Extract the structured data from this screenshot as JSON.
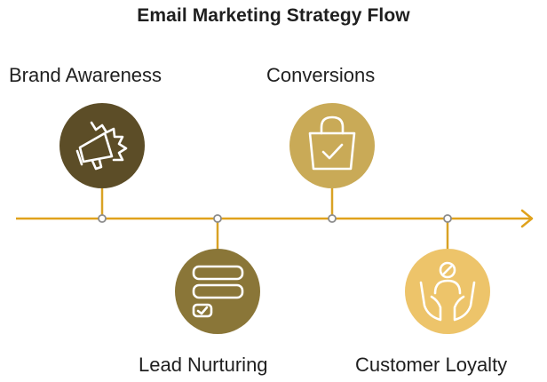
{
  "title": "Email Marketing Strategy Flow",
  "colors": {
    "axis": "#E0A21C",
    "connector": "#D9A224",
    "node_outline": "#8C8C8C",
    "circle_dark": "#5C4D27",
    "circle_mid": "#8A7638",
    "circle_gold": "#C9AA57",
    "circle_light": "#EDC46A",
    "icon_stroke": "#ffffff"
  },
  "steps": [
    {
      "label": "Brand Awareness",
      "icon": "megaphone-icon"
    },
    {
      "label": "Lead Nurturing",
      "icon": "form-checklist-icon"
    },
    {
      "label": "Conversions",
      "icon": "shopping-bag-check-icon"
    },
    {
      "label": "Customer Loyalty",
      "icon": "hands-person-icon"
    }
  ]
}
